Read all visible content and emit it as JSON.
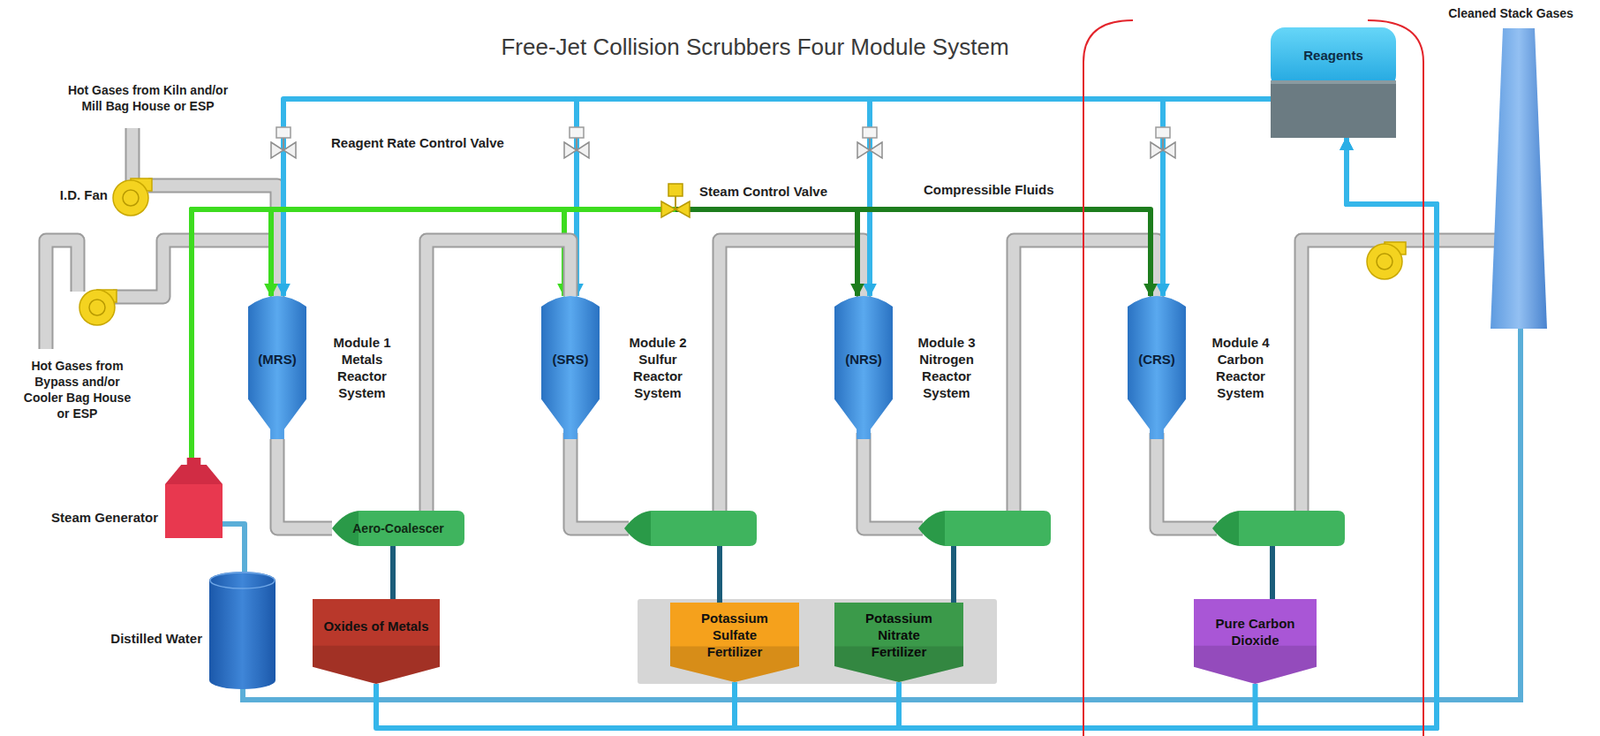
{
  "diagram": {
    "title": "Free-Jet Collision Scrubbers Four Module System",
    "nodes": [
      {
        "text": [
          "Reagents"
        ]
      },
      {
        "text": [
          "(MRS)"
        ]
      },
      {
        "text": [
          "(SRS)"
        ]
      },
      {
        "text": [
          "(NRS)"
        ]
      },
      {
        "text": [
          "(CRS)"
        ]
      },
      {
        "text": [
          "Steam Generator"
        ]
      },
      {
        "text": [
          "Aero-Coalescer"
        ]
      },
      {
        "text": [
          "Distilled Water"
        ]
      },
      {
        "text": [
          "Oxides of Metals"
        ]
      },
      {
        "text": [
          "Potassium Sulfate Fertilizer"
        ]
      },
      {
        "text": [
          "Potassium Nitrate Fertilizer"
        ]
      },
      {
        "text": [
          "Pure Carbon Dioxide"
        ]
      }
    ],
    "edges": [
      {
        "from": 0,
        "to": 1,
        "arrow": "to"
      },
      {
        "from": 0,
        "to": 2,
        "arrow": "to"
      },
      {
        "from": 0,
        "to": 3,
        "arrow": "to"
      },
      {
        "from": 0,
        "to": 4,
        "arrow": "to"
      },
      {
        "from": 5,
        "to": 1,
        "arrow": "to"
      },
      {
        "from": 5,
        "to": 2,
        "arrow": "to"
      },
      {
        "from": 5,
        "to": 3,
        "arrow": "to"
      },
      {
        "from": 5,
        "to": 4,
        "arrow": "to"
      },
      {
        "from": 7,
        "to": 5,
        "arrow": "none"
      },
      {
        "from": 6,
        "to": 8,
        "arrow": "none"
      },
      {
        "from": 8,
        "to": 0,
        "arrow": "to"
      },
      {
        "from": 9,
        "to": 0,
        "arrow": "to"
      },
      {
        "from": 10,
        "to": 0,
        "arrow": "to"
      },
      {
        "from": 11,
        "to": 0,
        "arrow": "to"
      },
      {
        "from": 1,
        "to": 6,
        "arrow": "none"
      },
      {
        "from": 6,
        "to": 2,
        "arrow": "none"
      }
    ],
    "labels": [
      "Hot Gases from Kiln and/or Mill Bag House or ESP",
      "I.D. Fan",
      "Reagent Rate Control Valve",
      "Steam Control Valve",
      "Compressible Fluids",
      "Cleaned Stack Gases",
      "Hot Gases from Bypass and/or Cooler Bag House or ESP",
      "Module 1 Metals Reactor System",
      "Module 2 Sulfur Reactor System",
      "Module 3 Nitrogen Reactor System",
      "Module 4 Carbon Reactor System"
    ]
  }
}
